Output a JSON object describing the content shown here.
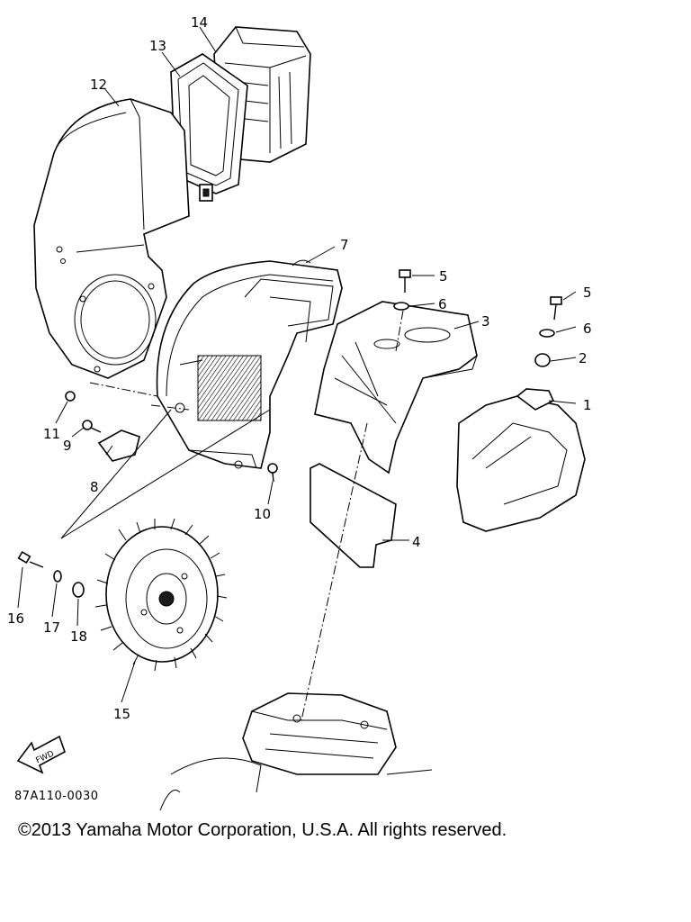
{
  "diagram": {
    "callouts": [
      "1",
      "2",
      "3",
      "4",
      "5",
      "6",
      "7",
      "8",
      "9",
      "10",
      "11",
      "12",
      "13",
      "14",
      "15",
      "16",
      "17",
      "18"
    ],
    "fwd_arrow_label": "FWD",
    "diagram_code": "87A110-0030"
  },
  "footer": {
    "copyright": "©2013 Yamaha Motor Corporation, U.S.A. All rights reserved."
  }
}
